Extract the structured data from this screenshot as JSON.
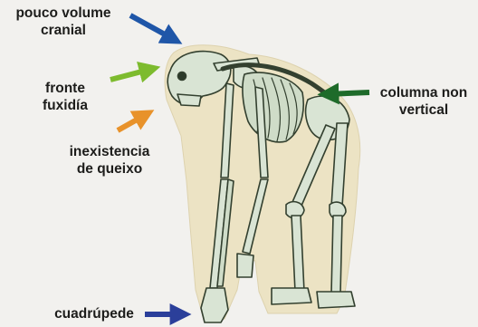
{
  "labels": {
    "cranial": {
      "line1": "pouco volume",
      "line2": "cranial"
    },
    "forehead": {
      "line1": "fronte",
      "line2": "fuxidía"
    },
    "chin": {
      "line1": "inexistencia",
      "line2": "de queixo"
    },
    "spine": {
      "line1": "columna non",
      "line2": "vertical"
    },
    "quadruped": {
      "line1": "cuadrúpede"
    }
  },
  "arrows": {
    "cranial": "#1f56a8",
    "forehead": "#7dbb2e",
    "chin": "#e8922a",
    "spine": "#1e6b2a",
    "quadruped": "#2b3f9a"
  },
  "colors": {
    "background": "#f2f1ee",
    "silhouette": "#ece3c4",
    "bone": "#d9e4d4",
    "bone_outline": "#33402f"
  }
}
